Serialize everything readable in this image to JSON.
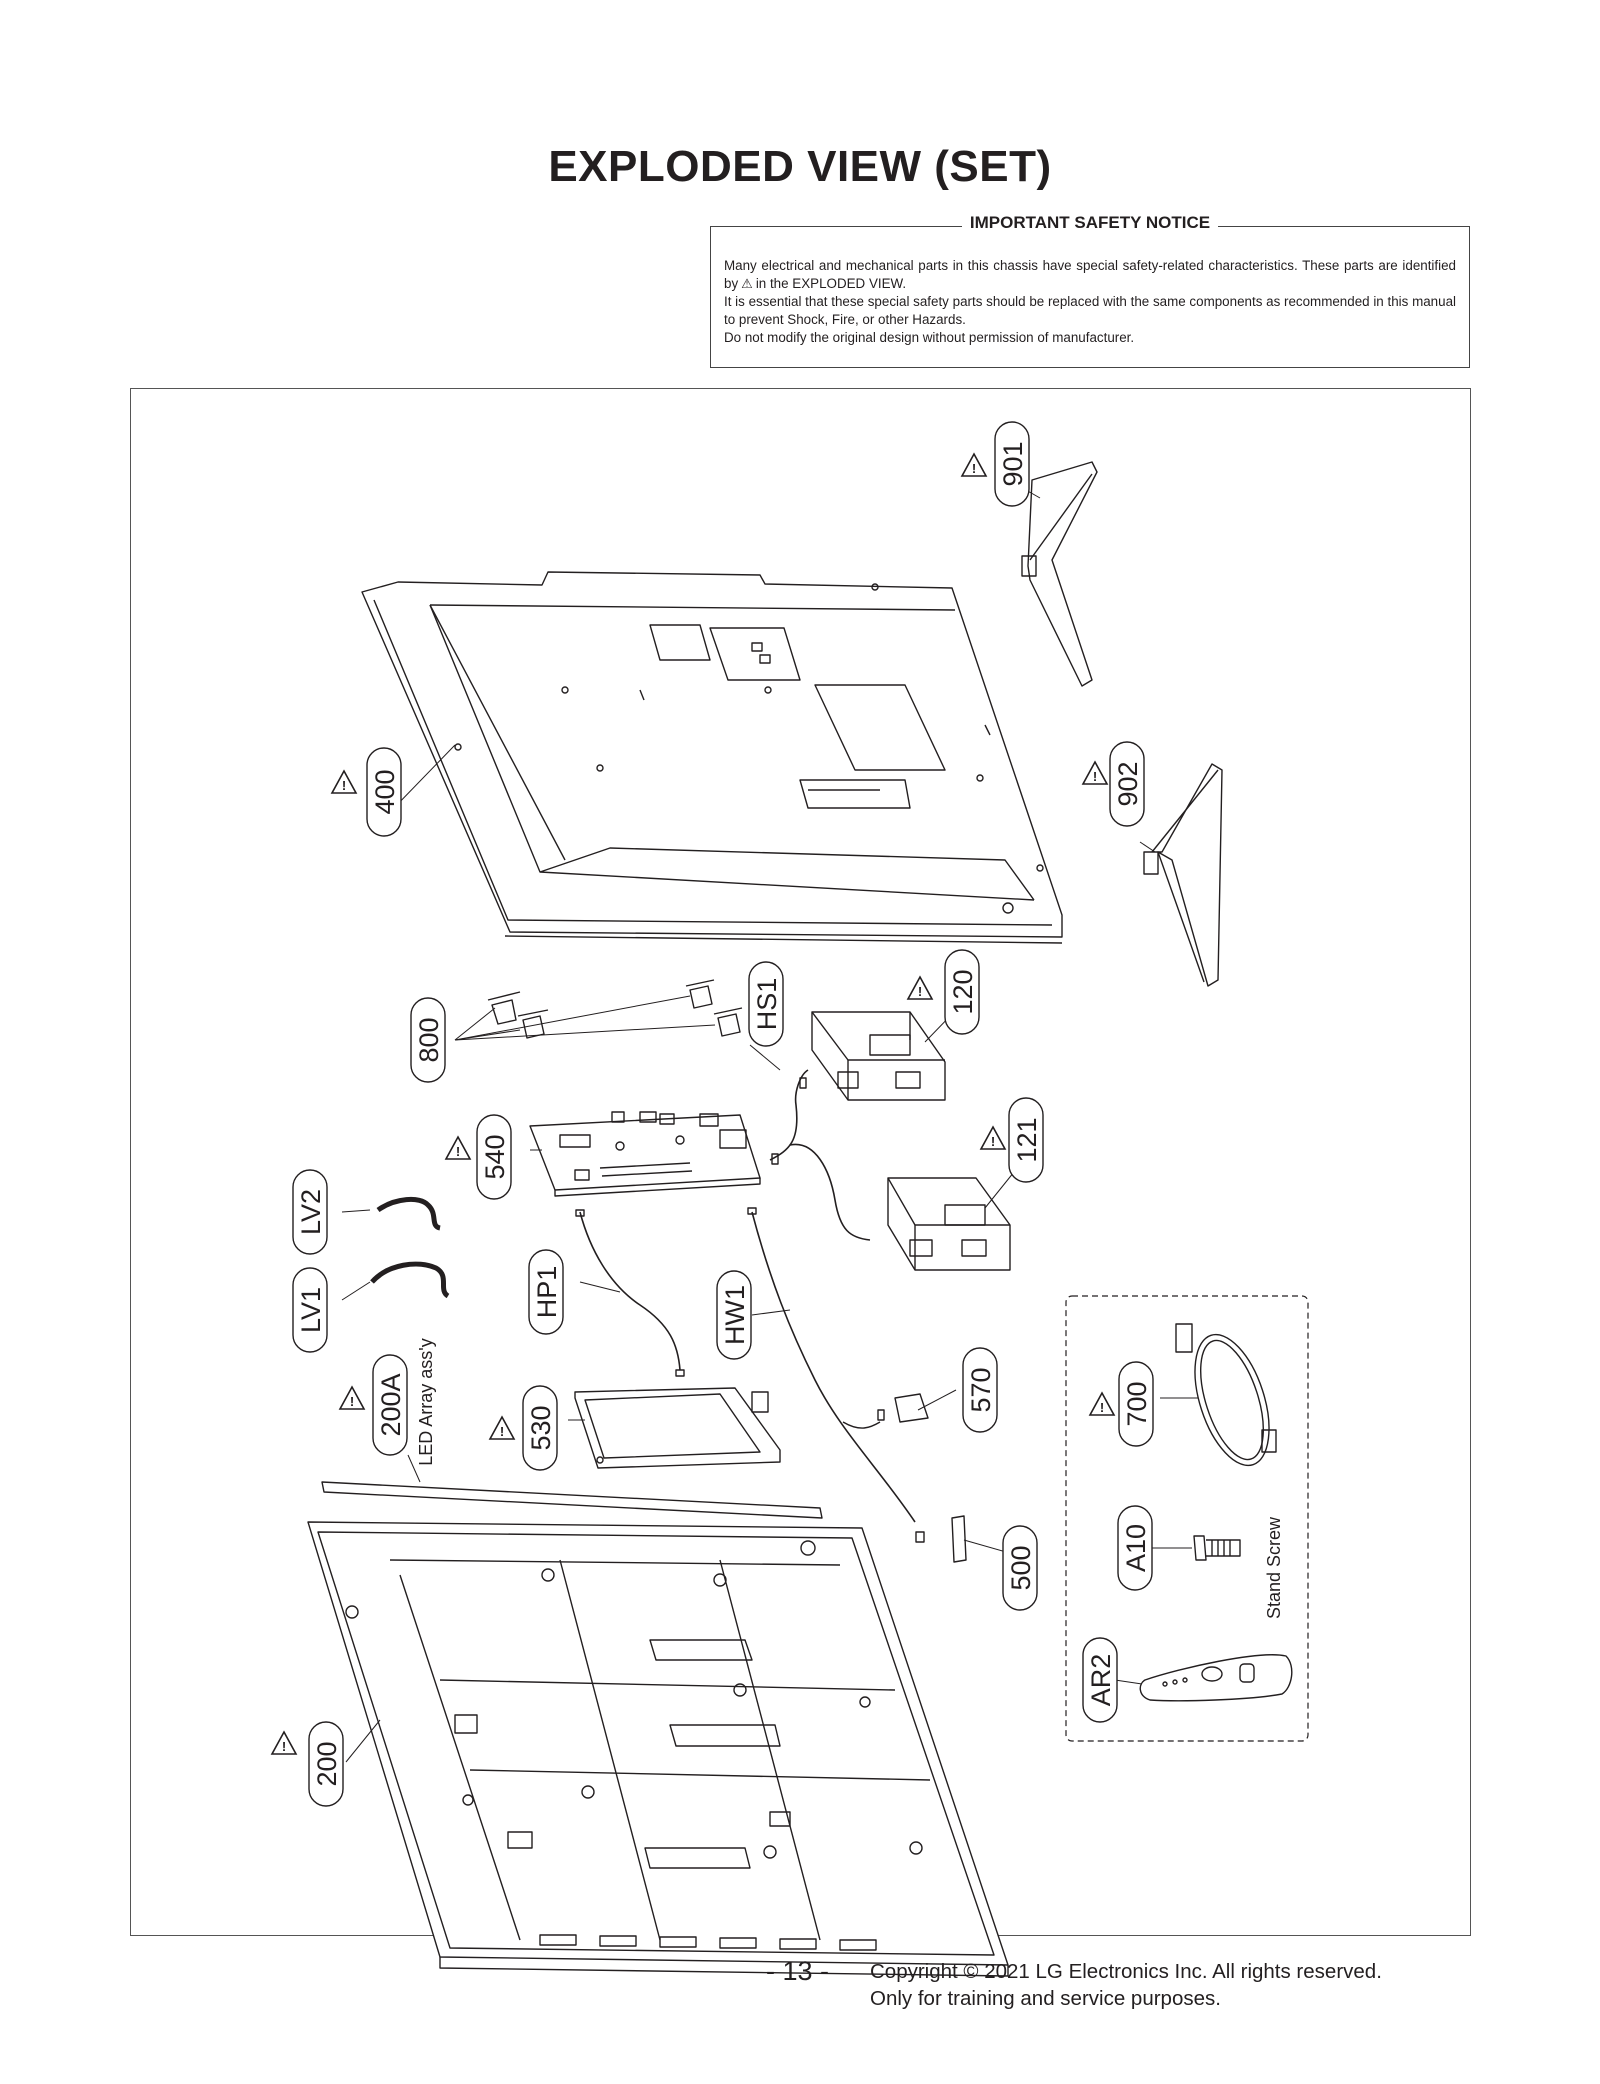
{
  "title": "EXPLODED VIEW (SET)",
  "safety_notice": {
    "heading": "IMPORTANT SAFETY NOTICE",
    "line1": "Many electrical and mechanical parts in this chassis have special safety-related characteristics. These parts are identified by",
    "line1_suffix": "in the EXPLODED VIEW.",
    "line2": "It is essential that these special safety parts should be replaced with the same components as recommended in this manual to prevent Shock, Fire, or other Hazards.",
    "line3": "Do not modify the original design without permission of manufacturer."
  },
  "parts": {
    "p901": "901",
    "p902": "902",
    "p400": "400",
    "p800": "800",
    "pHS1": "HS1",
    "p120": "120",
    "p540": "540",
    "p121": "121",
    "pLV2": "LV2",
    "pLV1": "LV1",
    "pHP1": "HP1",
    "pHW1": "HW1",
    "p200A": "200A",
    "p530": "530",
    "p570": "570",
    "p700": "700",
    "pA10": "A10",
    "p500": "500",
    "pAR2": "AR2",
    "p200": "200"
  },
  "captions": {
    "led_array": "LED Array ass'y",
    "stand_screw": "Stand Screw"
  },
  "footer": {
    "page": "- 13 -",
    "copyright": "Copyright © 2021 LG Electronics Inc. All rights reserved.",
    "purpose": "Only for training and service purposes."
  }
}
